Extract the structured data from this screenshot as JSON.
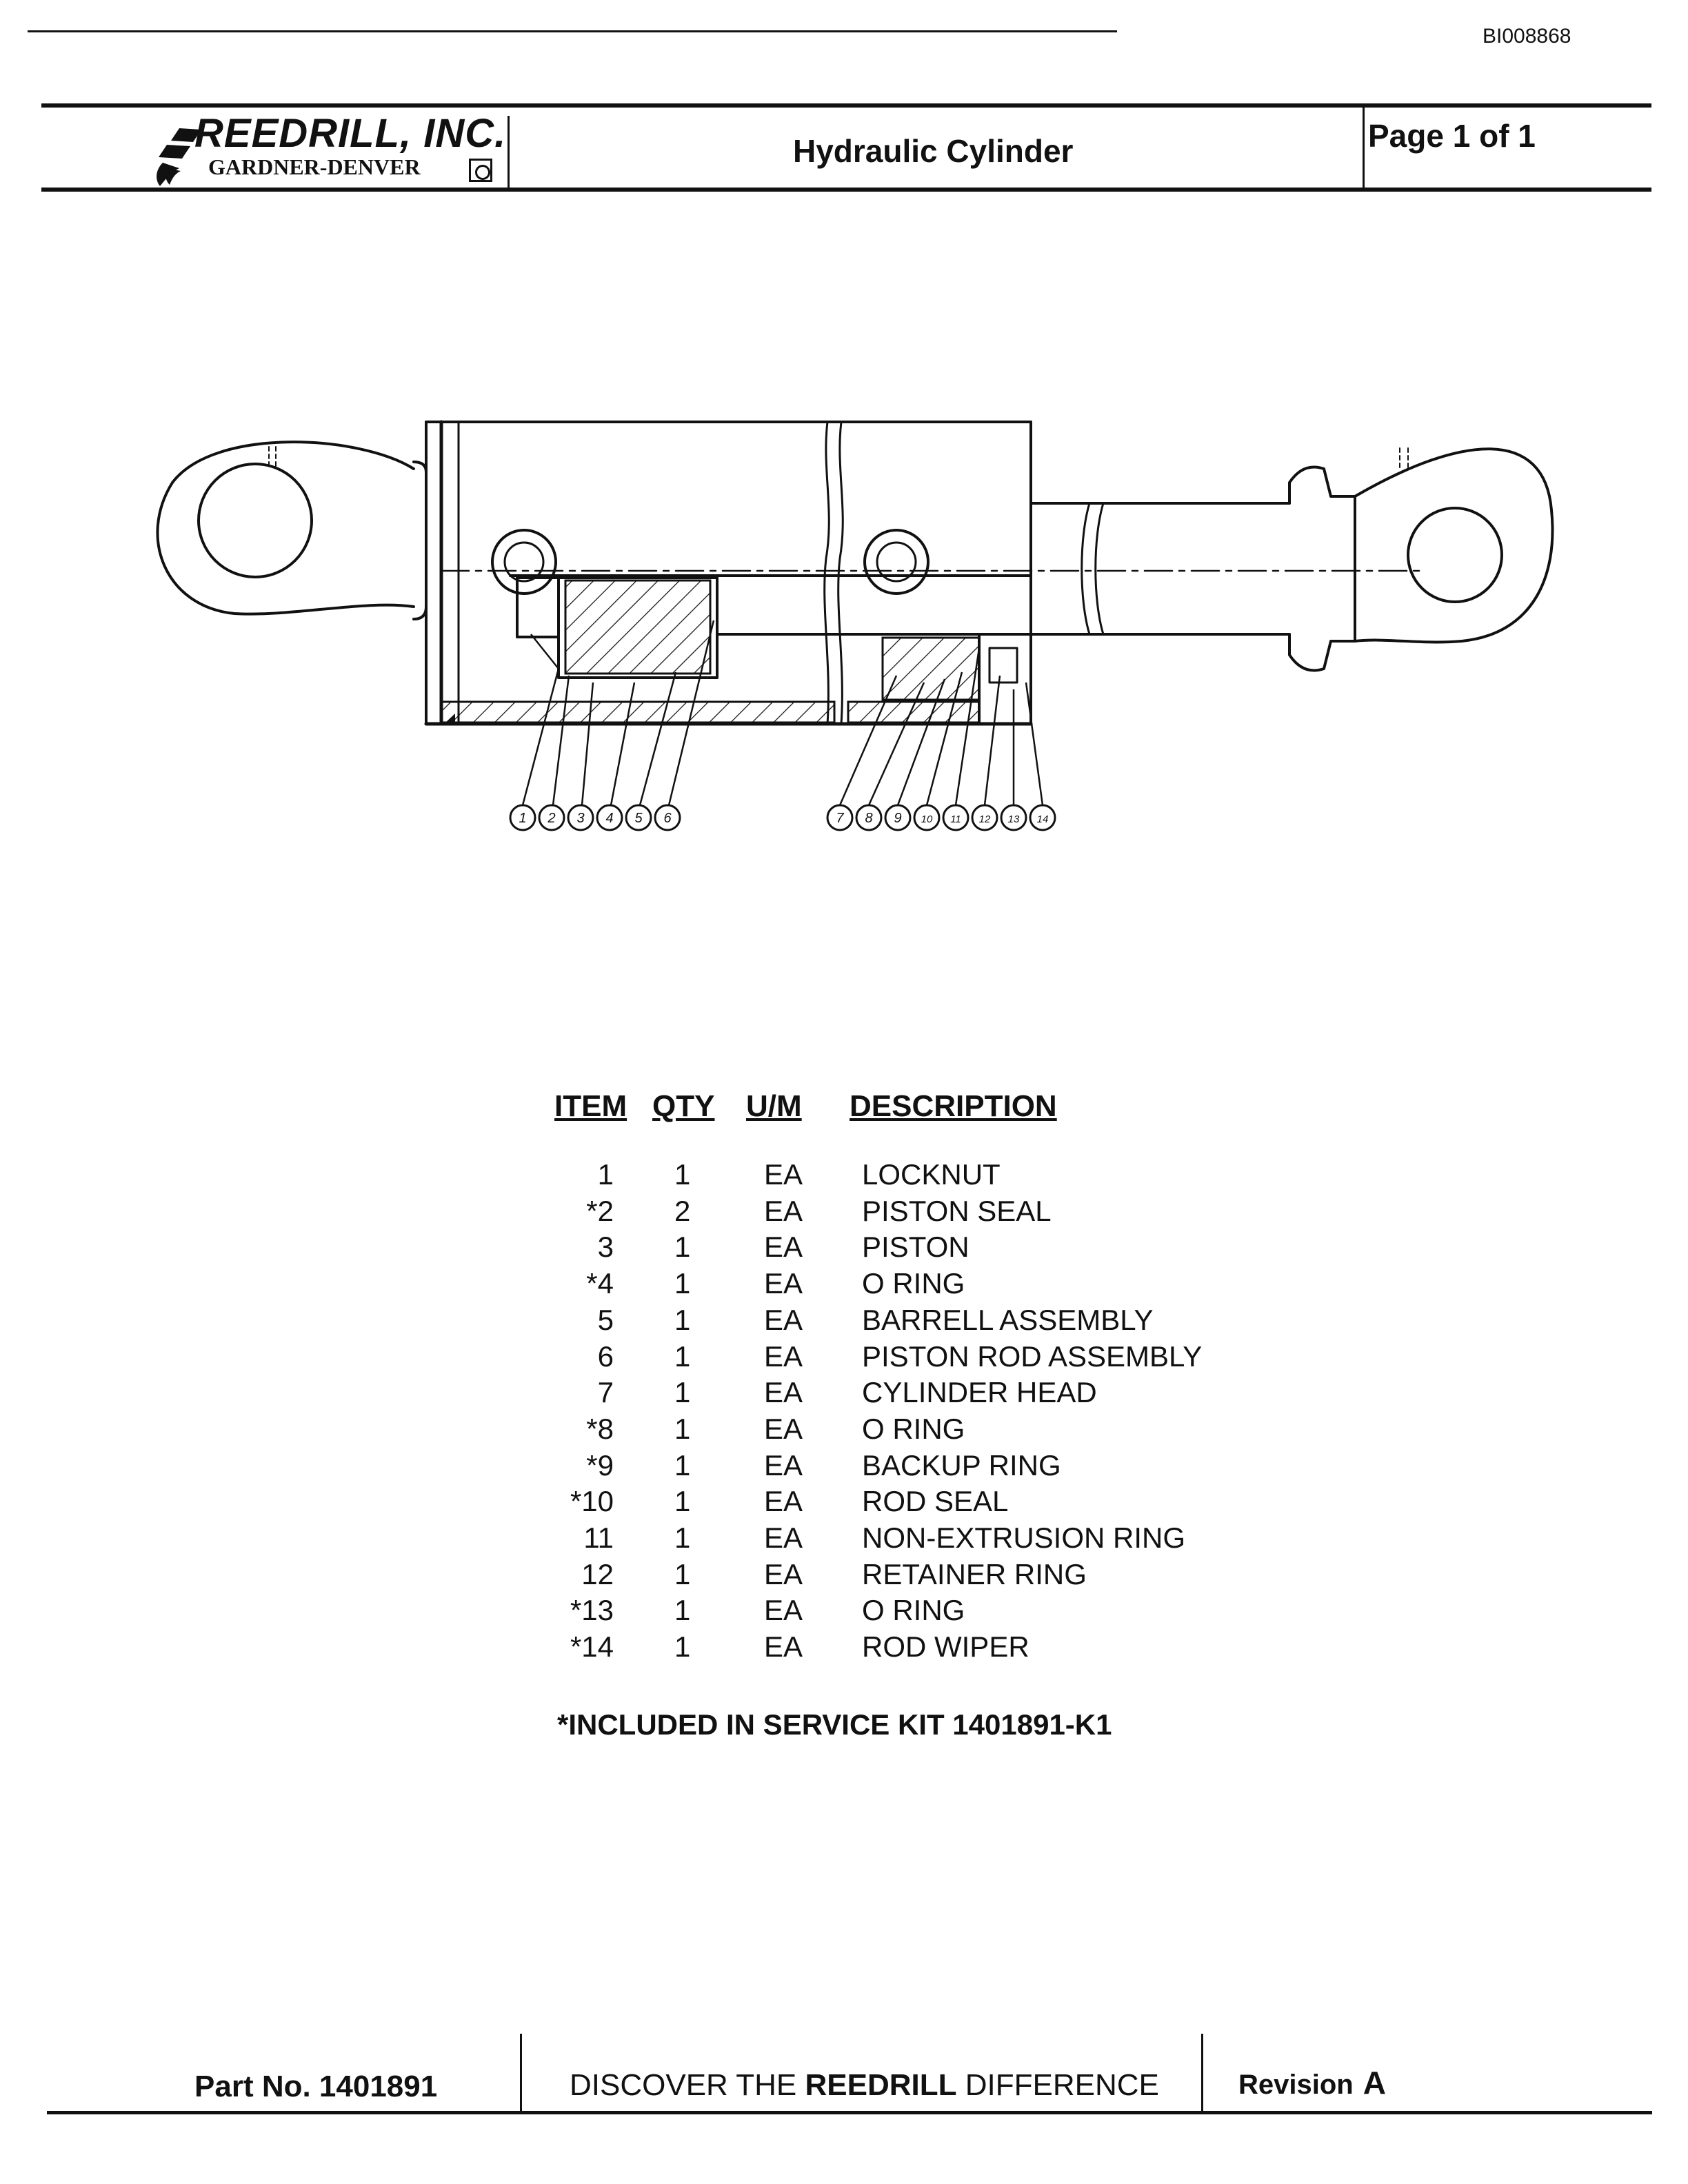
{
  "document_id": "BI008868",
  "header": {
    "company": "REEDRILL, INC.",
    "parent_company": "GARDNER-DENVER",
    "title": "Hydraulic Cylinder",
    "page_label": "Page 1 of 1"
  },
  "drawing": {
    "callouts": [
      "1",
      "2",
      "3",
      "4",
      "5",
      "6",
      "7",
      "8",
      "9",
      "10",
      "11",
      "12",
      "13",
      "14"
    ]
  },
  "parts_table": {
    "columns": {
      "item": "ITEM",
      "qty": "QTY",
      "um": "U/M",
      "description": "DESCRIPTION"
    },
    "rows": [
      {
        "item": "1",
        "qty": "1",
        "um": "EA",
        "description": "LOCKNUT"
      },
      {
        "item": "*2",
        "qty": "2",
        "um": "EA",
        "description": "PISTON SEAL"
      },
      {
        "item": "3",
        "qty": "1",
        "um": "EA",
        "description": "PISTON"
      },
      {
        "item": "*4",
        "qty": "1",
        "um": "EA",
        "description": "O RING"
      },
      {
        "item": "5",
        "qty": "1",
        "um": "EA",
        "description": "BARRELL ASSEMBLY"
      },
      {
        "item": "6",
        "qty": "1",
        "um": "EA",
        "description": "PISTON ROD ASSEMBLY"
      },
      {
        "item": "7",
        "qty": "1",
        "um": "EA",
        "description": "CYLINDER HEAD"
      },
      {
        "item": "*8",
        "qty": "1",
        "um": "EA",
        "description": "O RING"
      },
      {
        "item": "*9",
        "qty": "1",
        "um": "EA",
        "description": "BACKUP RING"
      },
      {
        "item": "*10",
        "qty": "1",
        "um": "EA",
        "description": "ROD SEAL"
      },
      {
        "item": "11",
        "qty": "1",
        "um": "EA",
        "description": "NON-EXTRUSION RING"
      },
      {
        "item": "12",
        "qty": "1",
        "um": "EA",
        "description": "RETAINER RING"
      },
      {
        "item": "*13",
        "qty": "1",
        "um": "EA",
        "description": "O RING"
      },
      {
        "item": "*14",
        "qty": "1",
        "um": "EA",
        "description": "ROD WIPER"
      }
    ],
    "footnote": "*INCLUDED IN SERVICE KIT 1401891-K1"
  },
  "footer": {
    "part_number": "Part No. 1401891",
    "tagline_prefix": "DISCOVER THE",
    "tagline_brand": "REEDRILL",
    "tagline_suffix": "DIFFERENCE",
    "revision_label": "Revision",
    "revision_value": "A"
  }
}
